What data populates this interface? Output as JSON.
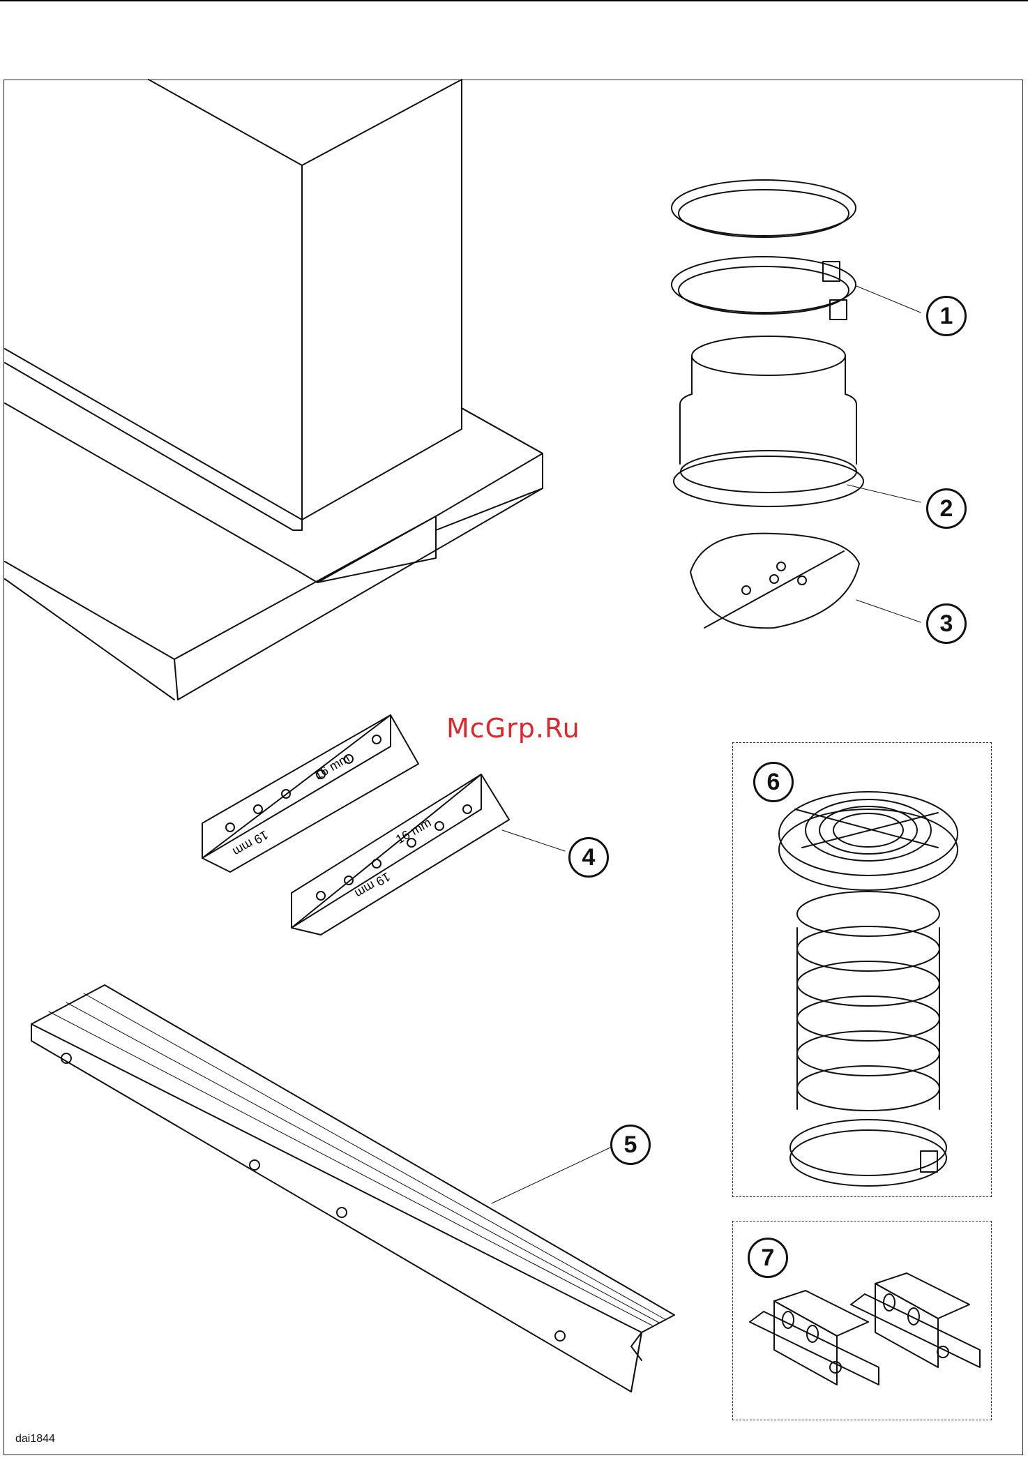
{
  "watermark": "McGrp.Ru",
  "drawing_code": "dai1844",
  "callouts": [
    "1",
    "2",
    "3",
    "4",
    "5",
    "6",
    "7"
  ],
  "bracket_labels": {
    "mark_16": "16 mm",
    "mark_19": "19 mm"
  },
  "colors": {
    "line": "#111111",
    "watermark": "#e0262b"
  }
}
